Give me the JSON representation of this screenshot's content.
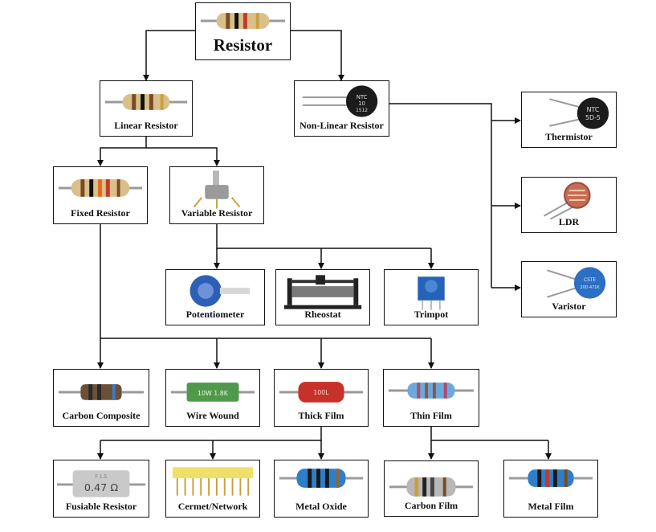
{
  "nodes": {
    "root": "Resistor",
    "linear": "Linear Resistor",
    "nonlinear": "Non-Linear Resistor",
    "thermistor": "Thermistor",
    "ldr": "LDR",
    "varistor": "Varistor",
    "fixed": "Fixed Resistor",
    "variable": "Variable Resistor",
    "potentiometer": "Potentiometer",
    "rheostat": "Rheostat",
    "trimpot": "Trimpot",
    "carbon_composite": "Carbon Composite",
    "wire_wound": "Wire Wound",
    "thick_film": "Thick Film",
    "thin_film": "Thin Film",
    "fusiable": "Fusiable Resistor",
    "cermet": "Cermet/Network",
    "metal_oxide": "Metal Oxide",
    "carbon_film": "Carbon Film",
    "metal_film": "Metal Film"
  },
  "component_markings": {
    "nonlinear_disc": [
      "NTC",
      "10",
      "1512"
    ],
    "thermistor_disc": [
      "NTC",
      "5D-5"
    ],
    "varistor_disc": [
      "CSTE",
      "20D 471K"
    ],
    "wire_wound_body": "10W 1.8K",
    "thick_film_body": "100L",
    "fusiable_body": "0.47 Ω",
    "fusiable_top": "F 1.5"
  },
  "colors": {
    "line": "#111111",
    "beige_body": "#d9bf8a",
    "blue_body": "#2f7fc8",
    "green_body": "#4f9a4a",
    "red_body": "#c8302a",
    "yellow_body": "#efe06a",
    "grey_body": "#c9c9c9"
  }
}
